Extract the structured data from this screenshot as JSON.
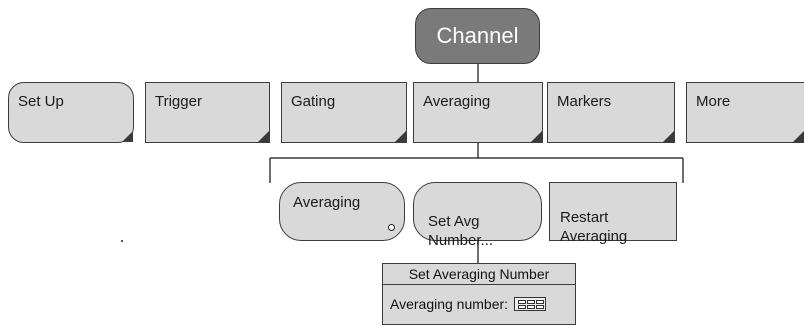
{
  "root": {
    "label": "Channel"
  },
  "menu": [
    {
      "label": "Set Up",
      "style": "rounded",
      "submenu": true
    },
    {
      "label": "Trigger",
      "style": "square",
      "submenu": true
    },
    {
      "label": "Gating",
      "style": "square",
      "submenu": true
    },
    {
      "label": "Averaging",
      "style": "square",
      "submenu": true
    },
    {
      "label": "Markers",
      "style": "square",
      "submenu": true
    },
    {
      "label": "More",
      "style": "square",
      "submenu": true
    }
  ],
  "averaging_submenu": [
    {
      "label": "Averaging",
      "style": "rounded",
      "indicator": "toggle-circle"
    },
    {
      "label": "Set Avg\nNumber...",
      "style": "rounded",
      "indicator": "none"
    },
    {
      "label": "Restart\nAveraging",
      "style": "square",
      "indicator": "none"
    }
  ],
  "dialog": {
    "title": "Set Averaging Number",
    "field_label": "Averaging number:",
    "field_icon": "keypad-icon"
  },
  "colors": {
    "root_fill": "#7a7a7a",
    "box_fill": "#d9d9d9",
    "outline": "#3c3c3c"
  }
}
